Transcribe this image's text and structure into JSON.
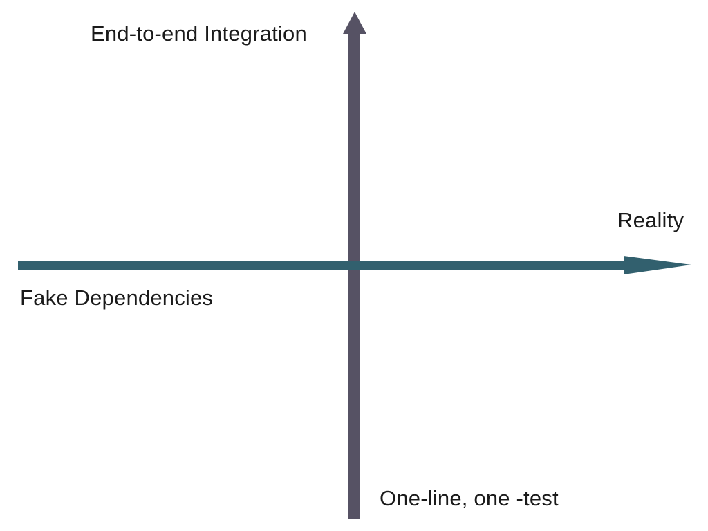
{
  "diagram": {
    "background_color": "#ffffff",
    "text_color": "#1a1a1a",
    "vertical_axis": {
      "color": "#565264",
      "top_label": "End-to-end Integration",
      "bottom_label": "One-line, one -test"
    },
    "horizontal_axis": {
      "color": "#32606E",
      "right_label": "Reality",
      "left_label": "Fake Dependencies"
    }
  }
}
